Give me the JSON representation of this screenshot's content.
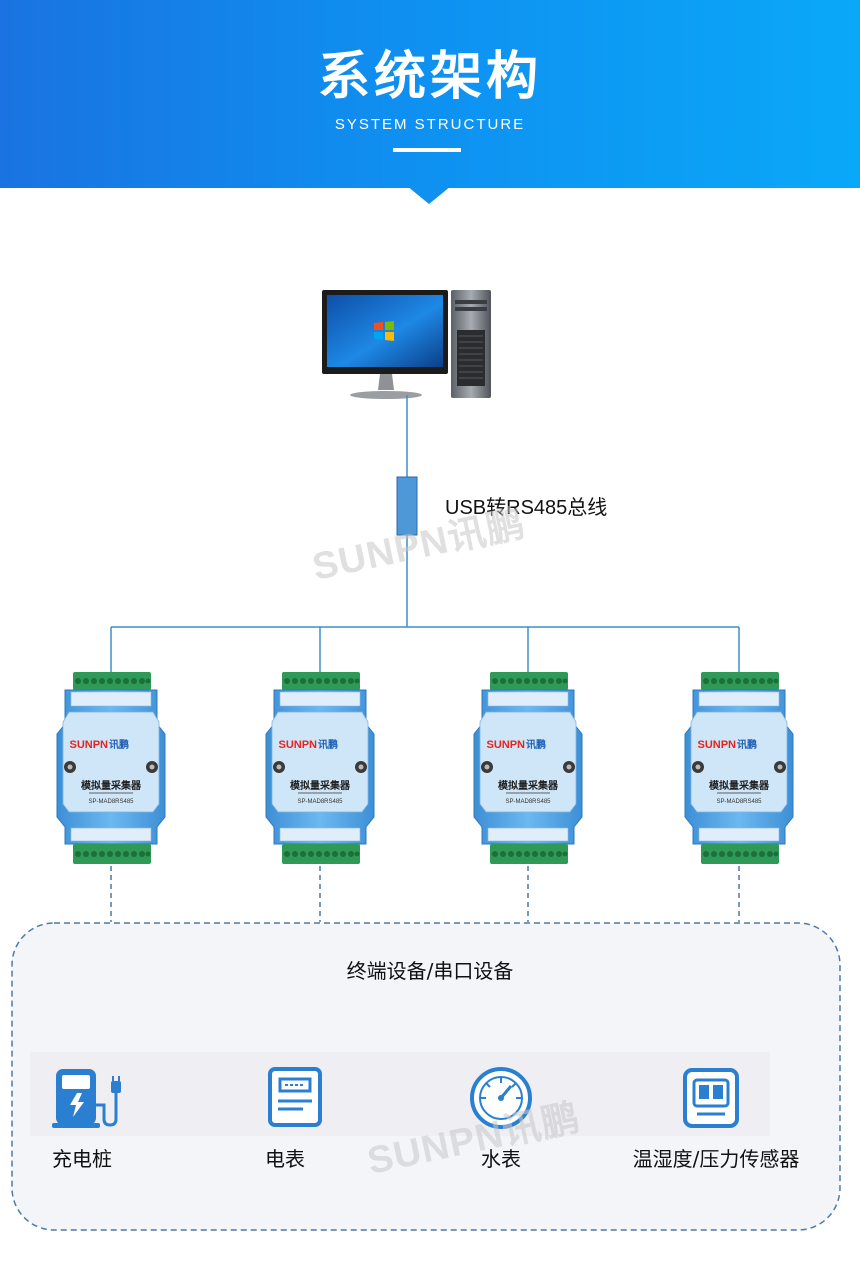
{
  "header": {
    "title": "系统架构",
    "subtitle": "SYSTEM STRUCTURE"
  },
  "bus": {
    "label": "USB转RS485总线"
  },
  "modules": [
    {
      "brand_a": "SUNPN",
      "brand_b": "讯鹏",
      "name": "模拟量采集器",
      "model": "SP-MAD8RS485"
    },
    {
      "brand_a": "SUNPN",
      "brand_b": "讯鹏",
      "name": "模拟量采集器",
      "model": "SP-MAD8RS485"
    },
    {
      "brand_a": "SUNPN",
      "brand_b": "讯鹏",
      "name": "模拟量采集器",
      "model": "SP-MAD8RS485"
    },
    {
      "brand_a": "SUNPN",
      "brand_b": "讯鹏",
      "name": "模拟量采集器",
      "model": "SP-MAD8RS485"
    }
  ],
  "terminal_group": {
    "title": "终端设备/串口设备",
    "devices": [
      {
        "label": "充电桩",
        "icon": "charging-pile-icon"
      },
      {
        "label": "电表",
        "icon": "electric-meter-icon"
      },
      {
        "label": "水表",
        "icon": "water-meter-icon"
      },
      {
        "label": "温湿度/压力传感器",
        "icon": "temp-humidity-sensor-icon"
      }
    ]
  },
  "watermarks": [
    "SUNPN讯鹏",
    "SUNPN讯鹏"
  ],
  "colors": {
    "header_start": "#1a73e0",
    "header_end": "#0aa8f8",
    "line": "#3f8fc6",
    "module_body": "#5aa9e6",
    "terminal_green": "#2f9a57",
    "icon_blue": "#2a7fd1",
    "brand_red": "#e52420"
  }
}
